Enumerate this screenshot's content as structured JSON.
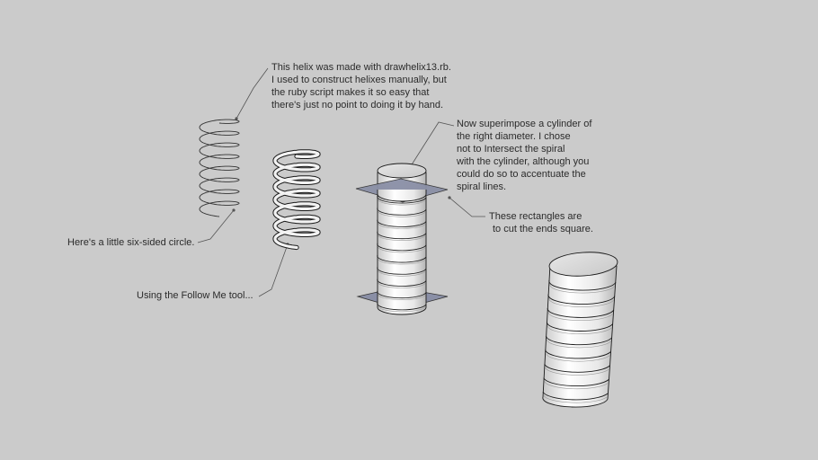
{
  "viewport": {
    "background": "#cbcbcb"
  },
  "annotations": {
    "helix_note": [
      "This helix was made with drawhelix13.rb.",
      "I used to construct helixes manually, but",
      "the ruby script makes it so easy that",
      "there's just no point to doing it by hand."
    ],
    "circle_note": "Here's a little six-sided circle.",
    "followme_note": "Using the Follow Me tool...",
    "cylinder_note": [
      "Now superimpose a cylinder of",
      "the right diameter. I chose",
      "not to Intersect the spiral",
      "with the cylinder, although you",
      "could do so to accentuate the",
      "spiral lines."
    ],
    "rectangles_note": [
      "These rectangles are",
      "to cut the ends square."
    ]
  },
  "colors": {
    "text": "#2b2b2b",
    "leader_line": "#555555",
    "solid_face": "#f4f4f4",
    "solid_shade": "#bdbdbd",
    "edge": "#1a1a1a",
    "rectangle_face": "#8a8fa6"
  }
}
